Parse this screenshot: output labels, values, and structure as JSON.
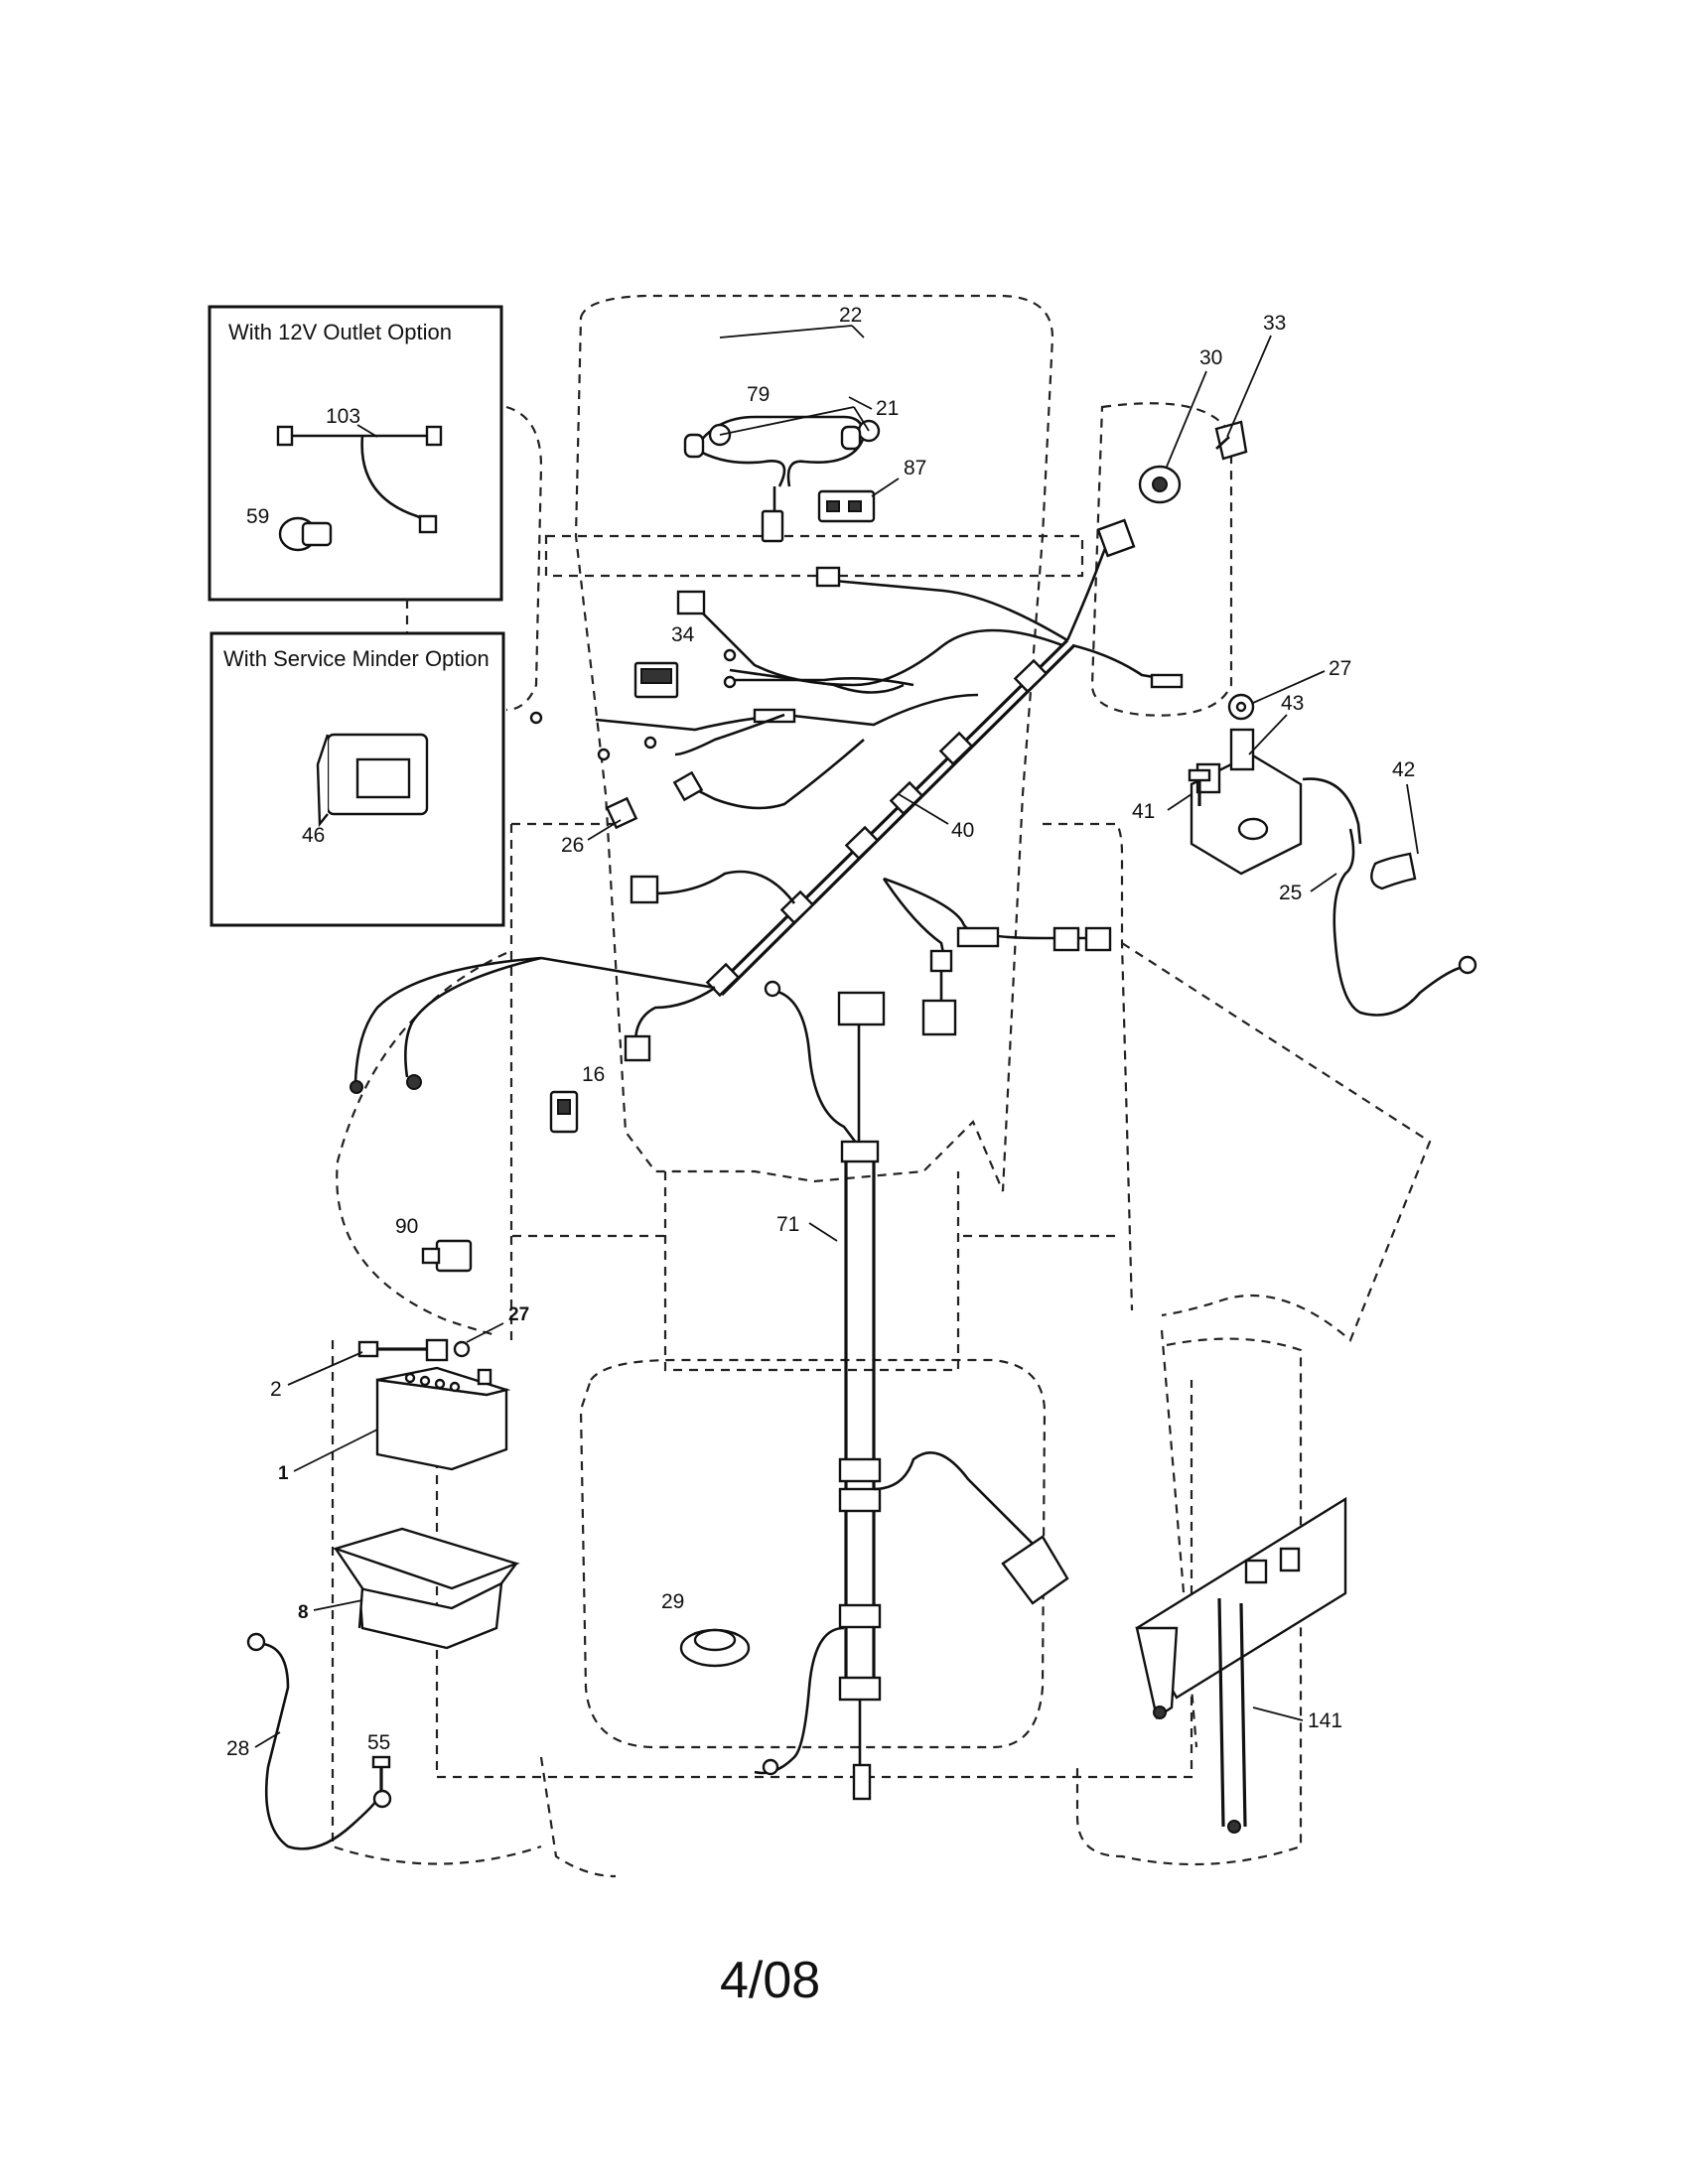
{
  "options": {
    "outlet_title": "With 12V Outlet Option",
    "minder_title": "With Service Minder Option"
  },
  "callouts": {
    "c1": "1",
    "c2": "2",
    "c8": "8",
    "c16": "16",
    "c21": "21",
    "c22": "22",
    "c25": "25",
    "c26": "26",
    "c27a": "27",
    "c27b": "27",
    "c28": "28",
    "c29": "29",
    "c30": "30",
    "c33": "33",
    "c34": "34",
    "c40": "40",
    "c41": "41",
    "c42": "42",
    "c43": "43",
    "c46": "46",
    "c55": "55",
    "c59": "59",
    "c71": "71",
    "c79": "79",
    "c87": "87",
    "c90": "90",
    "c103": "103",
    "c141": "141"
  },
  "footer": {
    "revision": "4/08"
  }
}
